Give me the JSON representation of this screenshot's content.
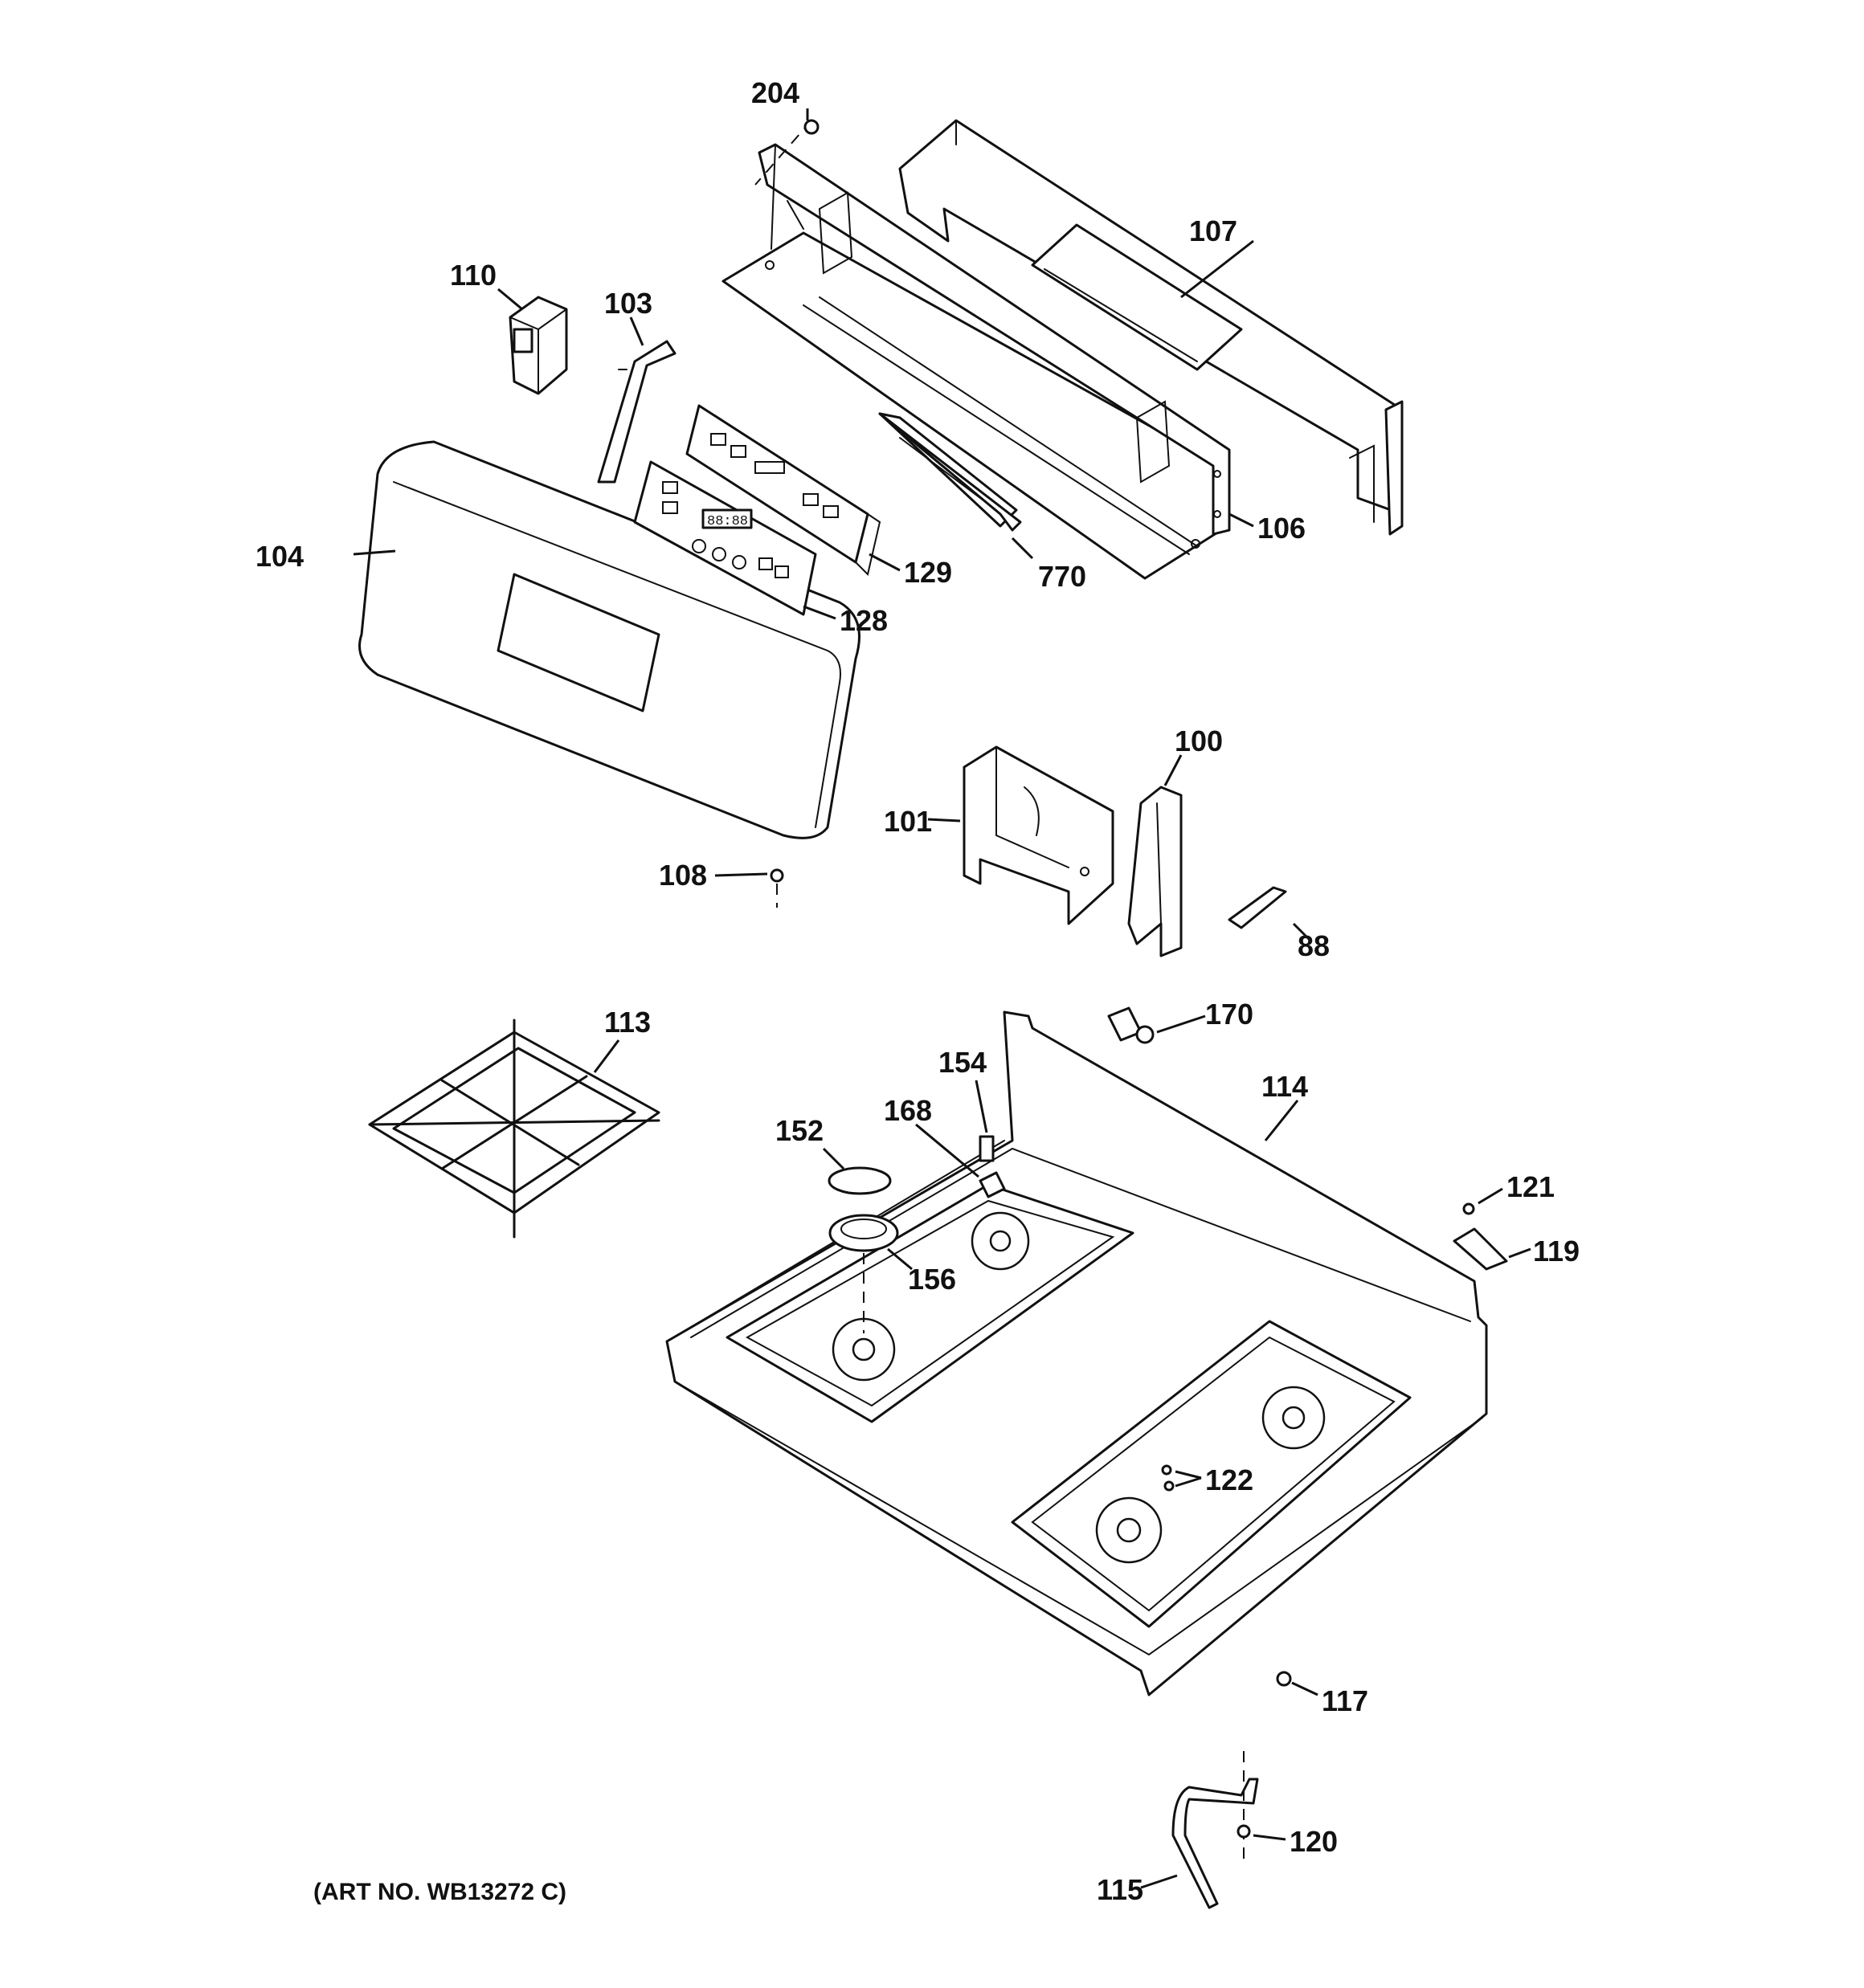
{
  "art_number": "(ART NO. WB13272 C)",
  "callouts": {
    "c204": "204",
    "c107": "107",
    "c110": "110",
    "c103": "103",
    "c104": "104",
    "c129": "129",
    "c770": "770",
    "c106": "106",
    "c128": "128",
    "c100": "100",
    "c101": "101",
    "c108": "108",
    "c88": "88",
    "c113": "113",
    "c170": "170",
    "c154": "154",
    "c114": "114",
    "c168": "168",
    "c152": "152",
    "c121": "121",
    "c156": "156",
    "c119": "119",
    "c122": "122",
    "c117": "117",
    "c120": "120",
    "c115": "115"
  },
  "display_digits": "88:88"
}
